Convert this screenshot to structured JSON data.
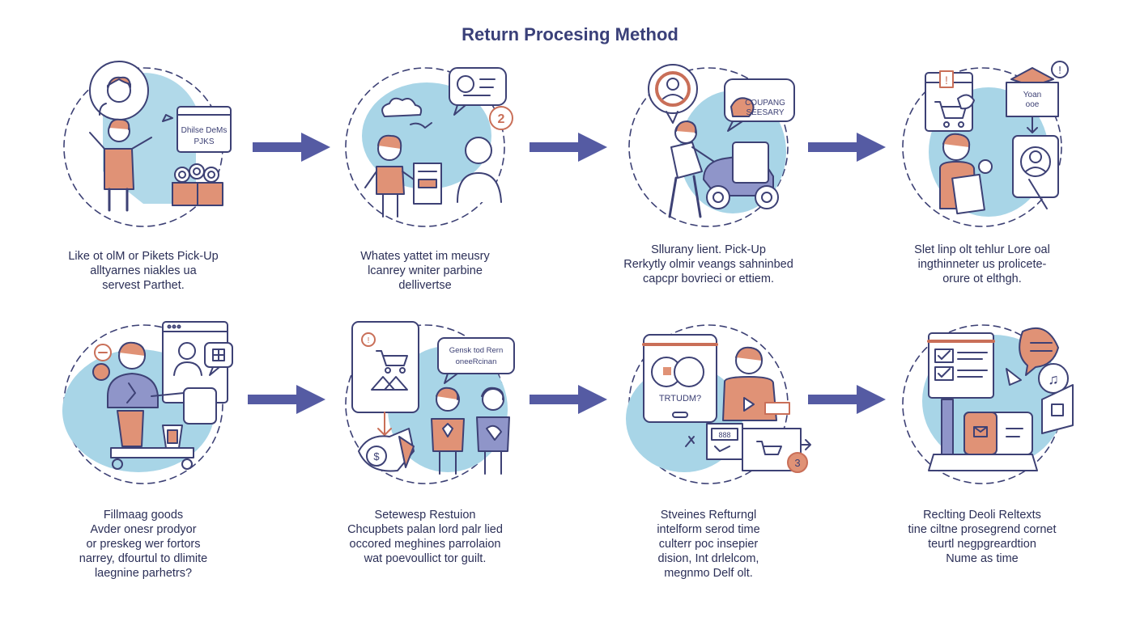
{
  "title": "Return Procesing Method",
  "steps": [
    {
      "lines": [
        "Like ot olM or Pikets Pick-Up",
        "alltyarnes niakles ua",
        "servest Parthet."
      ],
      "sign": "Dhilse DeMs\nPJKS"
    },
    {
      "lines": [
        "Whates yattet im meusry",
        "lcanrey wniter parbine",
        "dellivertse"
      ],
      "badge": "2"
    },
    {
      "lines": [
        "Sllurany lient. Pick-Up",
        "Rerkytly olmir veangs sahninbed",
        "capcpr bovrieci or ettiem."
      ],
      "bubble": [
        "COUPANG",
        "SEESARY"
      ]
    },
    {
      "lines": [
        "Slet linp olt tehlur Lore oal",
        "ingthinneter us prolicete-",
        "orure ot elthgh."
      ],
      "sign": "Yoan\nooe"
    },
    {
      "lines": [
        "Fillmaag goods",
        "Avder onesr prodyor",
        "or preskeg wer fortors",
        "narrey, dfourtul to dlimite",
        "laegnine parhetrs?"
      ]
    },
    {
      "lines": [
        "Setewesp Restuion",
        "Chcupbets palan lord palr lied",
        "occored meghines parrolaion",
        "wat poevoullict tor guilt."
      ],
      "bubble": [
        "Gensk tod Rern",
        "oneeRcinan"
      ]
    },
    {
      "lines": [
        "Stveines Refturngl",
        "intelform serod time",
        "culterr poc insepier",
        "dision, Int drlelcom,",
        "megnmo Delf olt."
      ],
      "screen": "TRTUDM?",
      "badge": "3"
    },
    {
      "lines": [
        "Reclting Deoli Reltexts",
        "tine ciltne prosegrend cornet",
        "teurtl negpgreardtion",
        "Nume as time"
      ]
    }
  ],
  "colors": {
    "navy": "#3d4175",
    "arrow": "#555ba3",
    "blue": "#a8d5e7",
    "coral": "#e09276",
    "coral_dark": "#c96f58"
  }
}
